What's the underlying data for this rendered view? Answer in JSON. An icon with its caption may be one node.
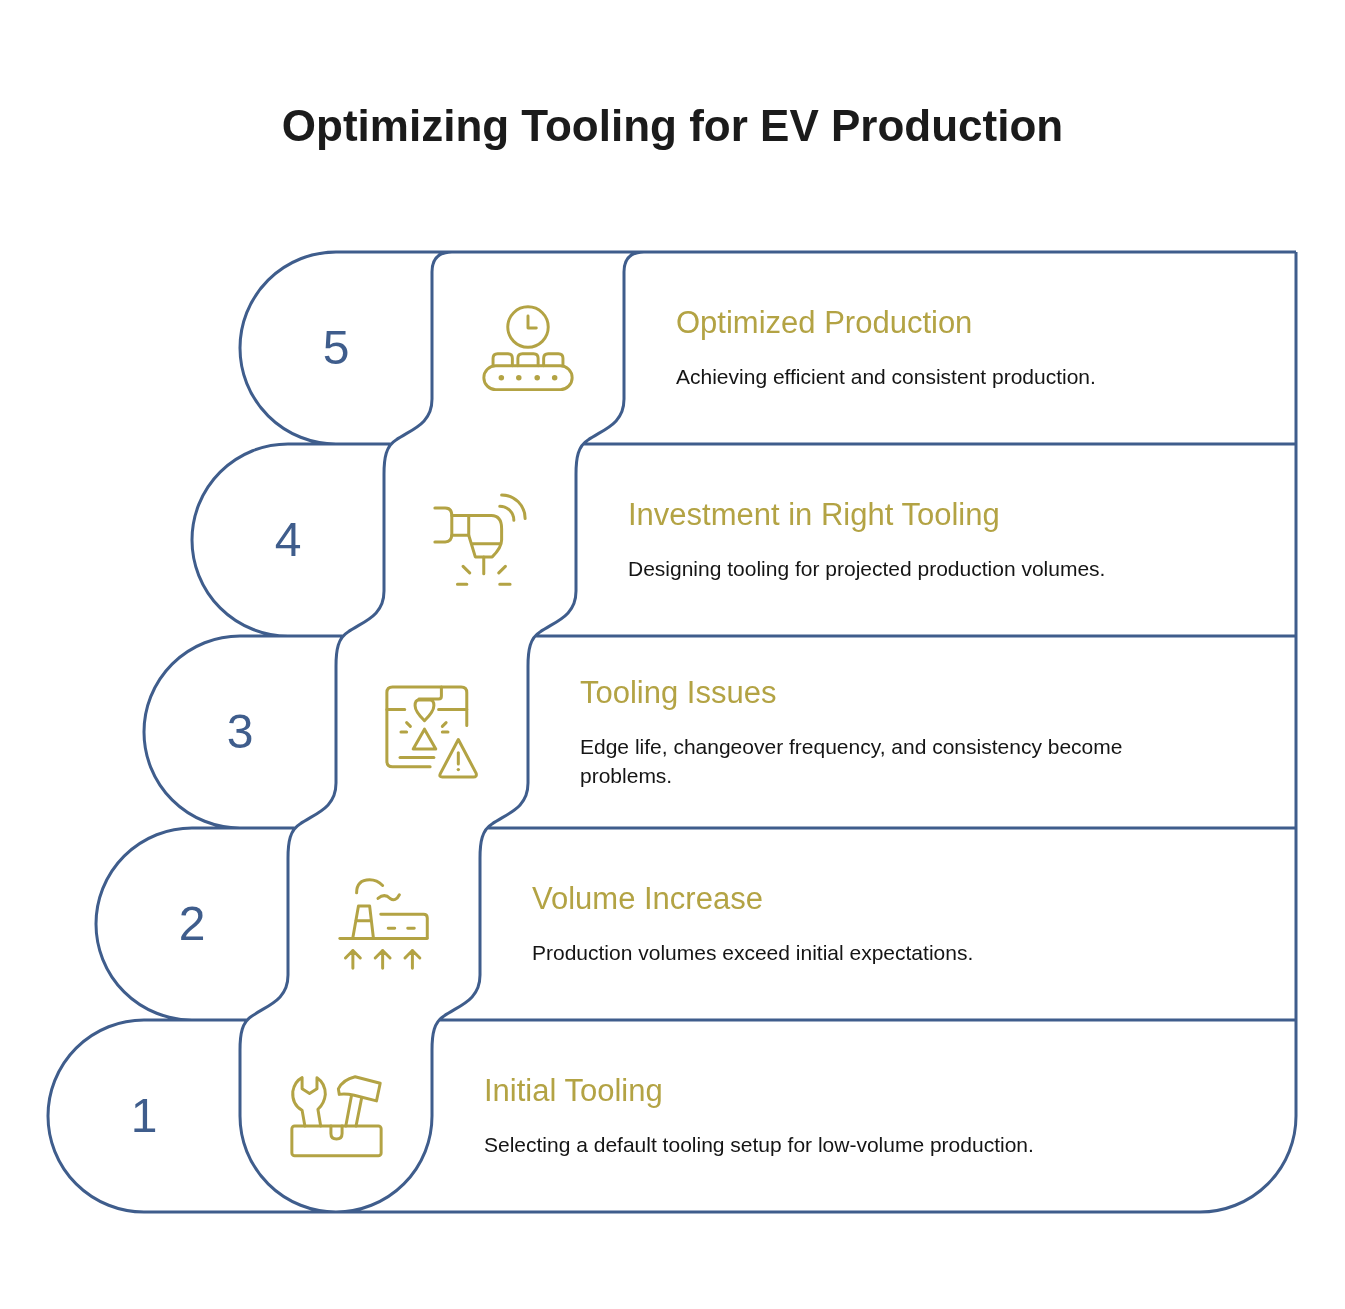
{
  "diagram": {
    "title": "Optimizing Tooling for EV Production",
    "nodes": [
      {
        "text": [
          "5"
        ]
      },
      {
        "text": [
          "Optimized Production",
          "Achieving efficient and consistent production."
        ]
      },
      {
        "text": [
          "4"
        ]
      },
      {
        "text": [
          "Investment in Right Tooling",
          "Designing tooling for projected production volumes."
        ]
      },
      {
        "text": [
          "3"
        ]
      },
      {
        "text": [
          "Tooling Issues",
          "Edge life, changeover frequency, and consistency become problems."
        ]
      },
      {
        "text": [
          "2"
        ]
      },
      {
        "text": [
          "Volume Increase",
          "Production volumes exceed initial expectations."
        ]
      },
      {
        "text": [
          "1"
        ]
      },
      {
        "text": [
          "Initial Tooling",
          "Selecting a default tooling setup for low-volume production."
        ]
      }
    ]
  }
}
